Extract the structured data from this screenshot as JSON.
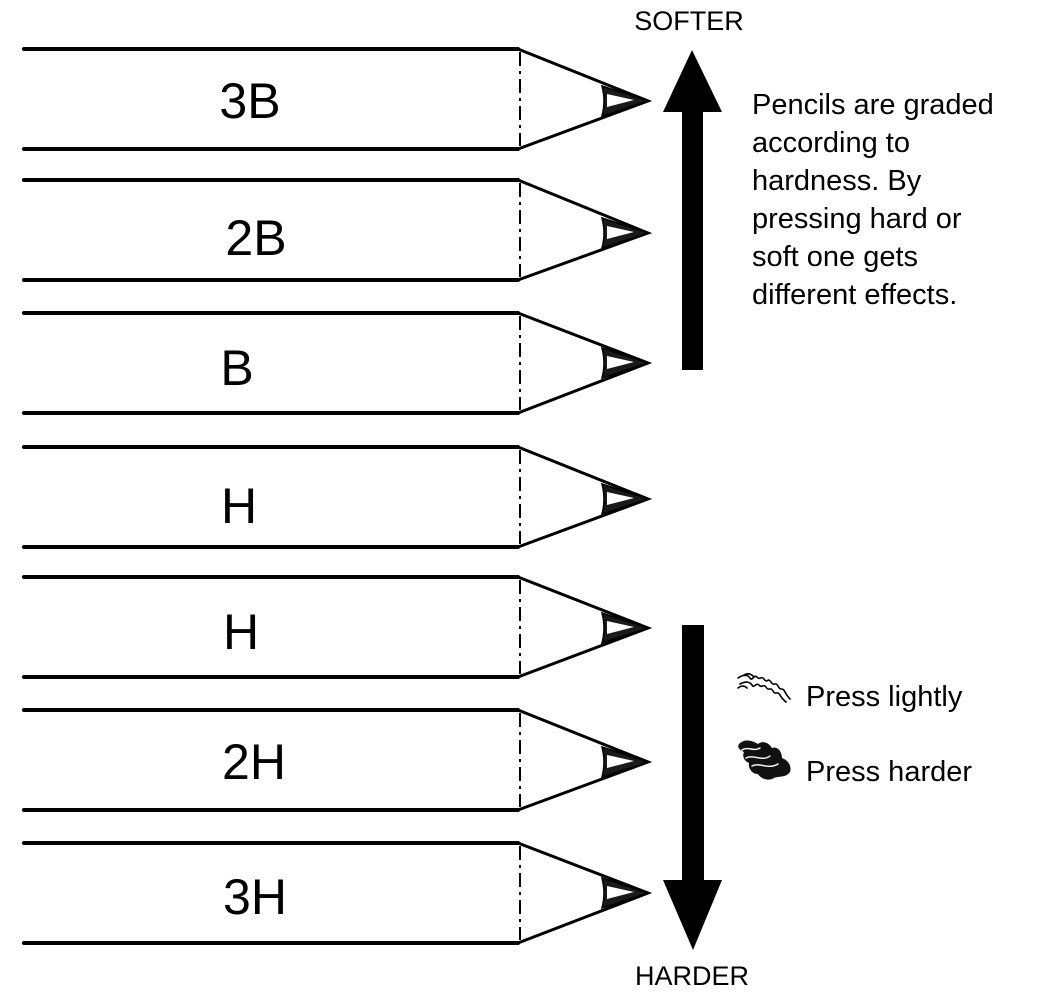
{
  "pencils": [
    {
      "grade": "3B"
    },
    {
      "grade": "2B"
    },
    {
      "grade": "B"
    },
    {
      "grade": "H"
    },
    {
      "grade": "H"
    },
    {
      "grade": "2H"
    },
    {
      "grade": "3H"
    }
  ],
  "softer_label": "SOFTER",
  "harder_label": "HARDER",
  "note": "Pencils are graded\naccording to\nhardness. By\npressing hard or\nsoft one gets\ndifferent effects.",
  "legend": {
    "light": "Press lightly",
    "hard": "Press harder"
  }
}
